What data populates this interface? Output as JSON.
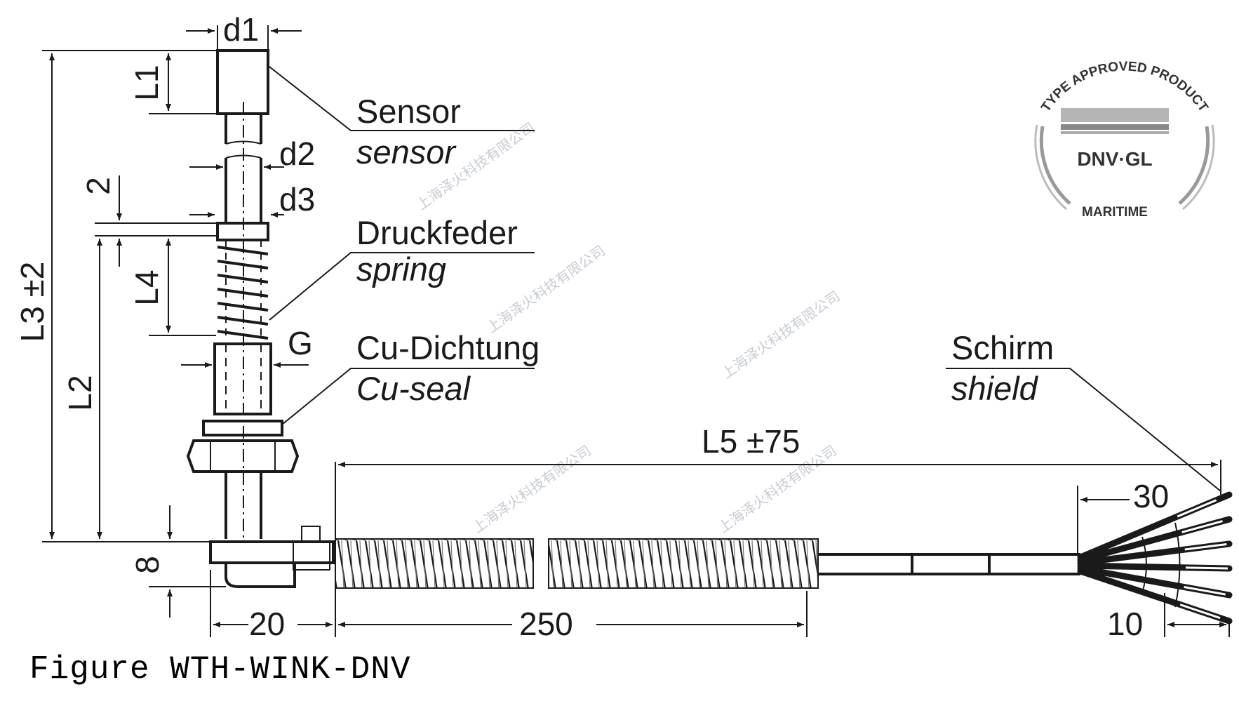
{
  "figure_caption": "Figure WTH-WINK-DNV",
  "dimensions": {
    "d1": "d1",
    "d2": "d2",
    "d3": "d3",
    "L1": "L1",
    "gap": "2",
    "L4": "L4",
    "G": "G",
    "L3": "L3 ±2",
    "L2": "L2",
    "flange": "8",
    "base_width": "20",
    "hose_length": "250",
    "L5": "L5 ±75",
    "wire_strip": "30",
    "wire_end": "10"
  },
  "labels": {
    "sensor_de": "Sensor",
    "sensor_en": "sensor",
    "spring_de": "Druckfeder",
    "spring_en": "spring",
    "seal_de": "Cu-Dichtung",
    "seal_en": "Cu-seal",
    "shield_de": "Schirm",
    "shield_en": "shield"
  },
  "badge": {
    "arc_text": "TYPE APPROVED PRODUCT",
    "brand": "DNV·GL",
    "sub": "MARITIME"
  },
  "watermark": "上海泽火科技有限公司"
}
